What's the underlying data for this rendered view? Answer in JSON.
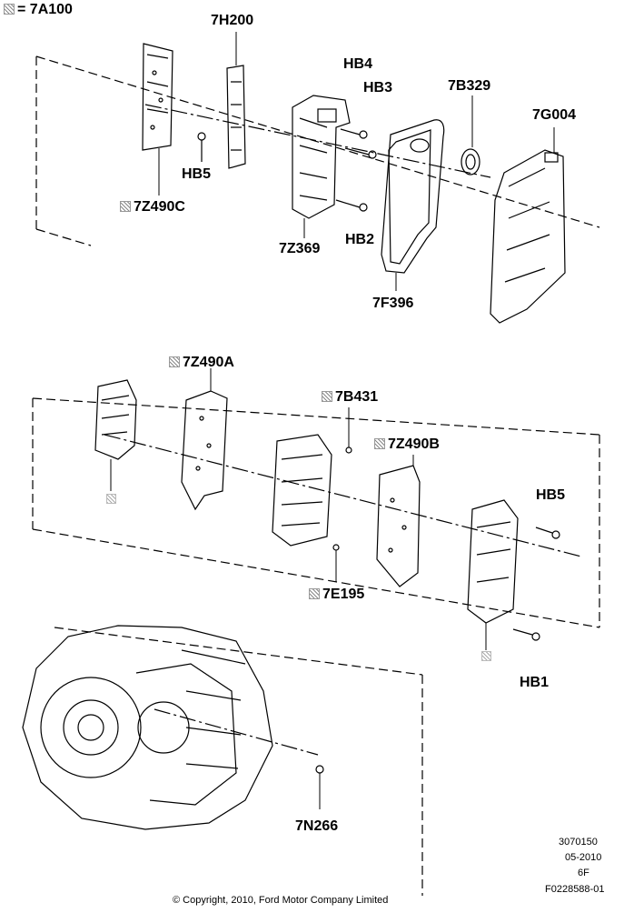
{
  "legend": {
    "text": "= 7A100",
    "symbol": "hatched-square-icon"
  },
  "labels": {
    "p7H200": "7H200",
    "hb4": "HB4",
    "hb3": "HB3",
    "p7B329": "7B329",
    "p7G004": "7G004",
    "hb5_top": "HB5",
    "p7Z490C": "7Z490C",
    "p7Z369": "7Z369",
    "hb2": "HB2",
    "p7F396": "7F396",
    "p7Z490A": "7Z490A",
    "p7B431": "7B431",
    "p7Z490B": "7Z490B",
    "hb5_bottom": "HB5",
    "p7E195": "7E195",
    "hb1": "HB1",
    "p7N266": "7N266"
  },
  "footer": {
    "ref_number": "3070150",
    "date": "05-2010",
    "model": "6F",
    "figure_id": "F0228588-01",
    "copyright": "© Copyright, 2010, Ford Motor Company Limited"
  }
}
